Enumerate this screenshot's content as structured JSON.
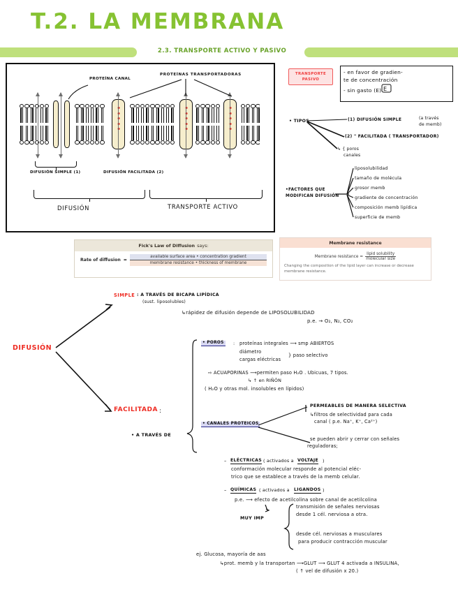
{
  "page": {
    "title": "T.2.  LA MEMBRANA",
    "banner": "2.3. Transporte Activo y Pasivo",
    "accent_green": "#86c232",
    "banner_green": "#bfe07c",
    "accent_red": "#ee2b22",
    "highlight_blue": "#d7d7f2"
  },
  "diagram": {
    "labels": {
      "channel_protein": "proteína\ncanal",
      "transport_proteins": "proteínas   transportadoras",
      "simple_diffusion": "difusión\nsimple  (1)",
      "facilitated_diffusion": "difusión\nfacilitada (2)",
      "diffusion": "Difusión",
      "active_transport": "Transporte\nActivo"
    }
  },
  "passive": {
    "box_label": "Transporte\npasivo",
    "bullets": [
      "- en favor de gradien-",
      "  te de concentración",
      "- sin gasto  (E)"
    ],
    "tipos_label": "• TIPOS",
    "tipos": [
      "(1) DIFUSIÓN SIMPLE",
      "(a través",
      "de memb)",
      "(2)   \"   FACILITADA ( transportador)",
      "↳ { poros",
      "     canales"
    ],
    "factores_label": "•FACTORES QUE\n MODIFICAN DIFUSIÓN",
    "factores": [
      "liposolubilidad",
      "tamaño de molécula",
      "grosor memb",
      "gradiente de concentración",
      "composición memb lipídica",
      "superficie de memb"
    ]
  },
  "fick": {
    "header_bold": "Fick's Law of Diffusion",
    "header_rest": "says:",
    "lhs": "Rate of diffusion",
    "equals": "=",
    "numerator": "available surface area • concentration gradient",
    "denominator": "membrane resistance • thickness of membrane"
  },
  "membrane_resistance": {
    "header": "Membrane resistance",
    "lhs": "Membrane resistance  =",
    "numerator": "lipid solubility",
    "denominator": "molecular size",
    "footnote": "Changing the composition of the lipid layer can increase or decrease membrane resistance."
  },
  "map": {
    "root": "Difusión",
    "simple_label": "simple",
    "simple_text": ": a través de bicapa lipídica",
    "simple_sub": "(sust. liposolubles)",
    "simple_arrow": "↳rápidez de difusión depende de  LIPOSOLUBILIDAD",
    "simple_examples": "p.e. → O₂, N₂, CO₂",
    "facilitated_label": "facilitada",
    "facilitated_colon": ":",
    "a_traves": "• A TRAVÉS DE",
    "poros": {
      "tag": "• POROS",
      "colon": ":",
      "line1": "proteínas integrales ⟶ smp ABIERTOS",
      "line2": "diámetro",
      "line3": "cargas eléctricas",
      "brace_note": "} paso selectivo",
      "acuaporinas": "⇨ ACUAPORINAS ⟶permiten paso H₂O . Ubicuas, 7 tipos.",
      "acuaporinas_sub": "↳ ↑ en RIÑÓN",
      "acuaporinas_note": "( H₂O  y otras mol. insolubles en lípidos)"
    },
    "canales": {
      "tag": "• CANALES PROTEICOS",
      "branch1_l1": "Permeables de manera selectiva",
      "branch1_l2": "↳filtros de selectividad para cada",
      "branch1_l3": "canal ( p.e. Na⁺, K⁺, Ca²⁺)",
      "branch2_l1": "se pueden abrir y cerrar con señales",
      "branch2_l2": "reguladoras;"
    },
    "electricas": {
      "dash": "–",
      "name": "ELÉCTRICAS",
      "paren": "( activados a",
      "trigger": "VOLTAJE",
      "close": ")",
      "l2": "conformación molecular responde al potencial eléc-",
      "l3": "trico que se establece a través de la memb celular."
    },
    "quimicas": {
      "dash": "–",
      "name": "QUÍMICAS",
      "paren": "( activados a",
      "trigger": "LIGANDOS",
      "close": ")",
      "l2": "p.e. ⟶ efecto de acetilcolina  sobre canal de acetilcolina",
      "muy_imp": "MUY IMP",
      "b1_l1": "transmisión de señales nerviosas",
      "b1_l2": "desde 1 cél. nerviosa  a otra.",
      "b2_l1": "desde cél. nerviosas a musculares",
      "b2_l2": "para producir contracción muscular"
    },
    "ejemplo": {
      "l1": "ej. Glucosa, mayoría de aas",
      "l2": "↳prot. memb y la transportan ⟶GLUT ⟶ GLUT 4  activada a INSULINA,",
      "l3": "( ↑ vel de difusión  x 20.)"
    }
  }
}
